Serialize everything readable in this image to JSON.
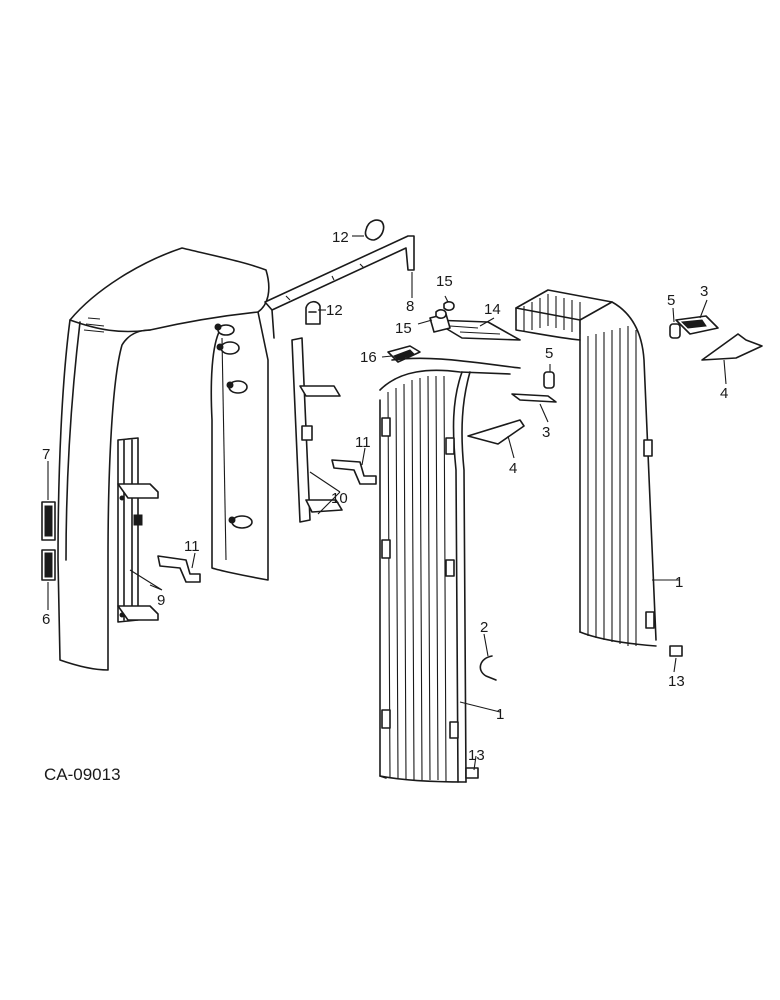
{
  "diagram": {
    "drawing_code": "CA-09013",
    "callouts": [
      {
        "id": "c1a",
        "text": "1"
      },
      {
        "id": "c1b",
        "text": "1"
      },
      {
        "id": "c2",
        "text": "2"
      },
      {
        "id": "c3a",
        "text": "3"
      },
      {
        "id": "c3b",
        "text": "3"
      },
      {
        "id": "c4a",
        "text": "4"
      },
      {
        "id": "c4b",
        "text": "4"
      },
      {
        "id": "c5a",
        "text": "5"
      },
      {
        "id": "c5b",
        "text": "5"
      },
      {
        "id": "c6",
        "text": "6"
      },
      {
        "id": "c7",
        "text": "7"
      },
      {
        "id": "c8",
        "text": "8"
      },
      {
        "id": "c9",
        "text": "9"
      },
      {
        "id": "c10",
        "text": "10"
      },
      {
        "id": "c11a",
        "text": "11"
      },
      {
        "id": "c11b",
        "text": "11"
      },
      {
        "id": "c12a",
        "text": "12"
      },
      {
        "id": "c12b",
        "text": "12"
      },
      {
        "id": "c13a",
        "text": "13"
      },
      {
        "id": "c13b",
        "text": "13"
      },
      {
        "id": "c14",
        "text": "14"
      },
      {
        "id": "c15a",
        "text": "15"
      },
      {
        "id": "c15b",
        "text": "15"
      },
      {
        "id": "c16",
        "text": "16"
      }
    ]
  }
}
